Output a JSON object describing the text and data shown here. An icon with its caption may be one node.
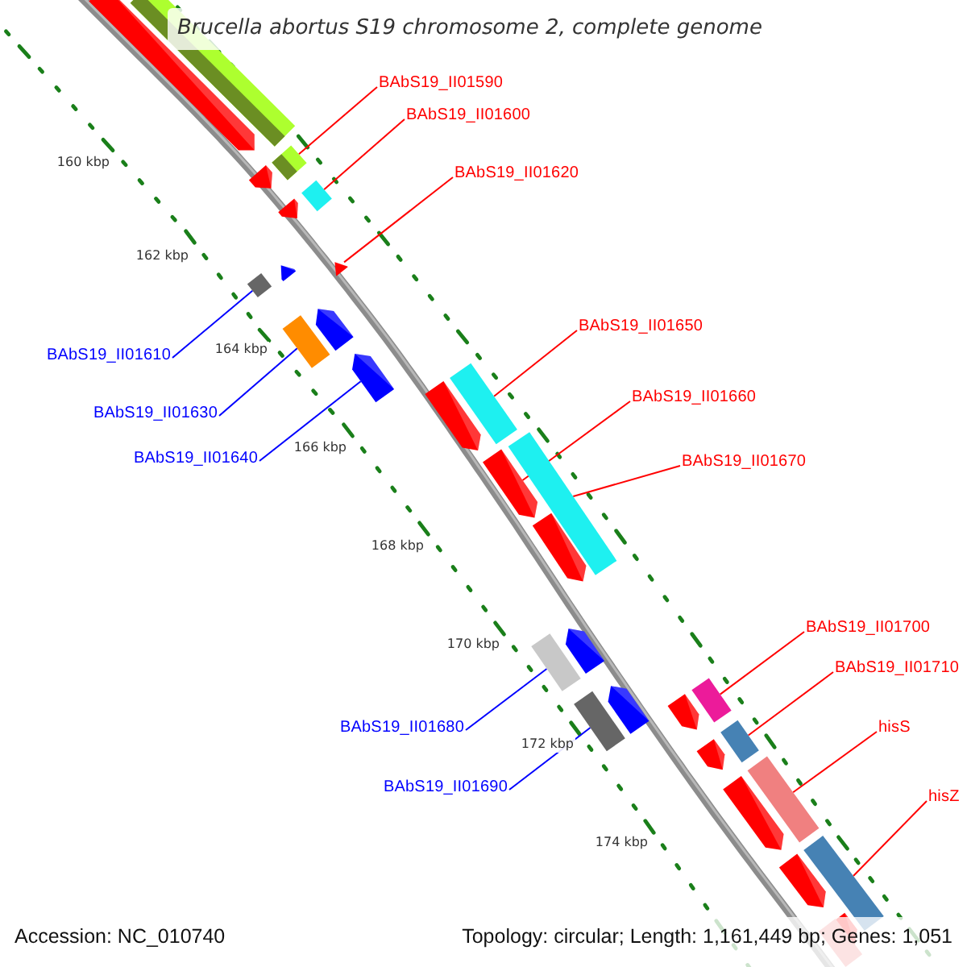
{
  "diagram": {
    "title": "Brucella abortus S19 chromosome 2, complete genome",
    "nodes": [
      {
        "text": [
          "BAbS19_II01590"
        ]
      },
      {
        "text": [
          "BAbS19_II01600"
        ]
      },
      {
        "text": [
          "BAbS19_II01620"
        ]
      },
      {
        "text": [
          "BAbS19_II01650"
        ]
      },
      {
        "text": [
          "BAbS19_II01610"
        ]
      },
      {
        "text": [
          "BAbS19_II01660"
        ]
      },
      {
        "text": [
          "BAbS19_II01630"
        ]
      },
      {
        "text": [
          "BAbS19_II01640"
        ]
      },
      {
        "text": [
          "BAbS19_II01670"
        ]
      },
      {
        "text": [
          "BAbS19_II01700"
        ]
      },
      {
        "text": [
          "BAbS19_II01710"
        ]
      },
      {
        "text": [
          "hisS"
        ]
      },
      {
        "text": [
          "BAbS19_II01680"
        ]
      },
      {
        "text": [
          "BAbS19_II01690"
        ]
      },
      {
        "text": [
          "hisZ"
        ]
      },
      {
        "text": [],
        "shape": "bar"
      },
      {
        "text": [],
        "shape": "bar"
      },
      {
        "text": [],
        "shape": "bar"
      },
      {
        "text": [],
        "shape": "bar"
      },
      {
        "text": [],
        "shape": "bar"
      },
      {
        "text": [],
        "shape": "bar"
      },
      {
        "text": [],
        "shape": "bar"
      },
      {
        "text": [],
        "shape": "bar"
      },
      {
        "text": [],
        "shape": "bar"
      },
      {
        "text": [],
        "shape": "bar"
      },
      {
        "text": [],
        "shape": "bar"
      },
      {
        "text": [],
        "shape": "bar"
      },
      {
        "text": [],
        "shape": "bar"
      },
      {
        "text": [],
        "shape": "bar"
      },
      {
        "text": [],
        "shape": "bar"
      }
    ],
    "edges": [
      {
        "from": 0,
        "to": 15,
        "arrow": "none"
      },
      {
        "from": 1,
        "to": 16,
        "arrow": "none"
      },
      {
        "from": 2,
        "to": 17,
        "arrow": "none"
      },
      {
        "from": 3,
        "to": 21,
        "arrow": "none"
      },
      {
        "from": 4,
        "to": 18,
        "arrow": "none",
        "color": "#0000ff"
      },
      {
        "from": 5,
        "to": 22,
        "arrow": "none"
      },
      {
        "from": 6,
        "to": 19,
        "arrow": "none",
        "color": "#0000ff"
      },
      {
        "from": 7,
        "to": 20,
        "arrow": "none",
        "color": "#0000ff"
      },
      {
        "from": 8,
        "to": 23,
        "arrow": "none"
      },
      {
        "from": 9,
        "to": 25,
        "arrow": "none"
      },
      {
        "from": 10,
        "to": 27,
        "arrow": "none"
      },
      {
        "from": 11,
        "to": 28,
        "arrow": "none"
      },
      {
        "from": 12,
        "to": 24,
        "arrow": "none",
        "color": "#0000ff"
      },
      {
        "from": 13,
        "to": 26,
        "arrow": "none",
        "color": "#0000ff"
      },
      {
        "from": 14,
        "to": 29,
        "arrow": "none"
      }
    ],
    "labels": [
      "160 kbp",
      "162 kbp",
      "164 kbp",
      "166 kbp",
      "168 kbp",
      "170 kbp",
      "172 kbp",
      "174 kbp",
      "Accession: NC_010740",
      "Topology: circular; Length: 1,161,449 bp; Genes: 1,051"
    ]
  }
}
